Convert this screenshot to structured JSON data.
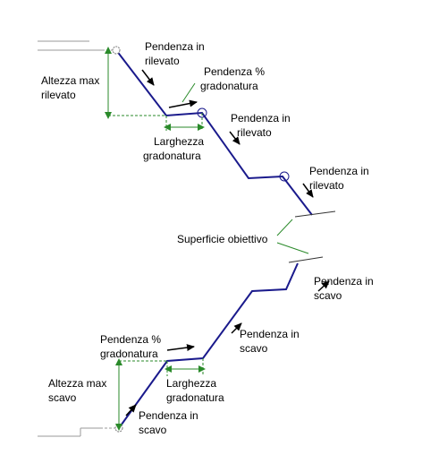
{
  "colors": {
    "profile": "#1a1a8c",
    "guide": "#2a8a2a",
    "ground": "#999999",
    "arrow": "#000000",
    "text": "#000000"
  },
  "labels": {
    "top_slope_1": [
      "Pendenza in",
      "rilevato"
    ],
    "top_step_grade": [
      "Pendenza %",
      "gradonatura"
    ],
    "top_max_height": [
      "Altezza max",
      "rilevato"
    ],
    "top_step_width": [
      "Larghezza",
      "gradonatura"
    ],
    "top_slope_2": [
      "Pendenza in",
      "rilevato"
    ],
    "top_slope_3": [
      "Pendenza in",
      "rilevato"
    ],
    "target_surface": "Superficie obiettivo",
    "bottom_slope_1": [
      "Pendenza in",
      "scavo"
    ],
    "bottom_slope_2": [
      "Pendenza in",
      "scavo"
    ],
    "bottom_step_grade": [
      "Pendenza %",
      "gradonatura"
    ],
    "bottom_max_height": [
      "Altezza max",
      "scavo"
    ],
    "bottom_step_width": [
      "Larghezza",
      "gradonatura"
    ],
    "bottom_slope_3": [
      "Pendenza in",
      "scavo"
    ]
  }
}
